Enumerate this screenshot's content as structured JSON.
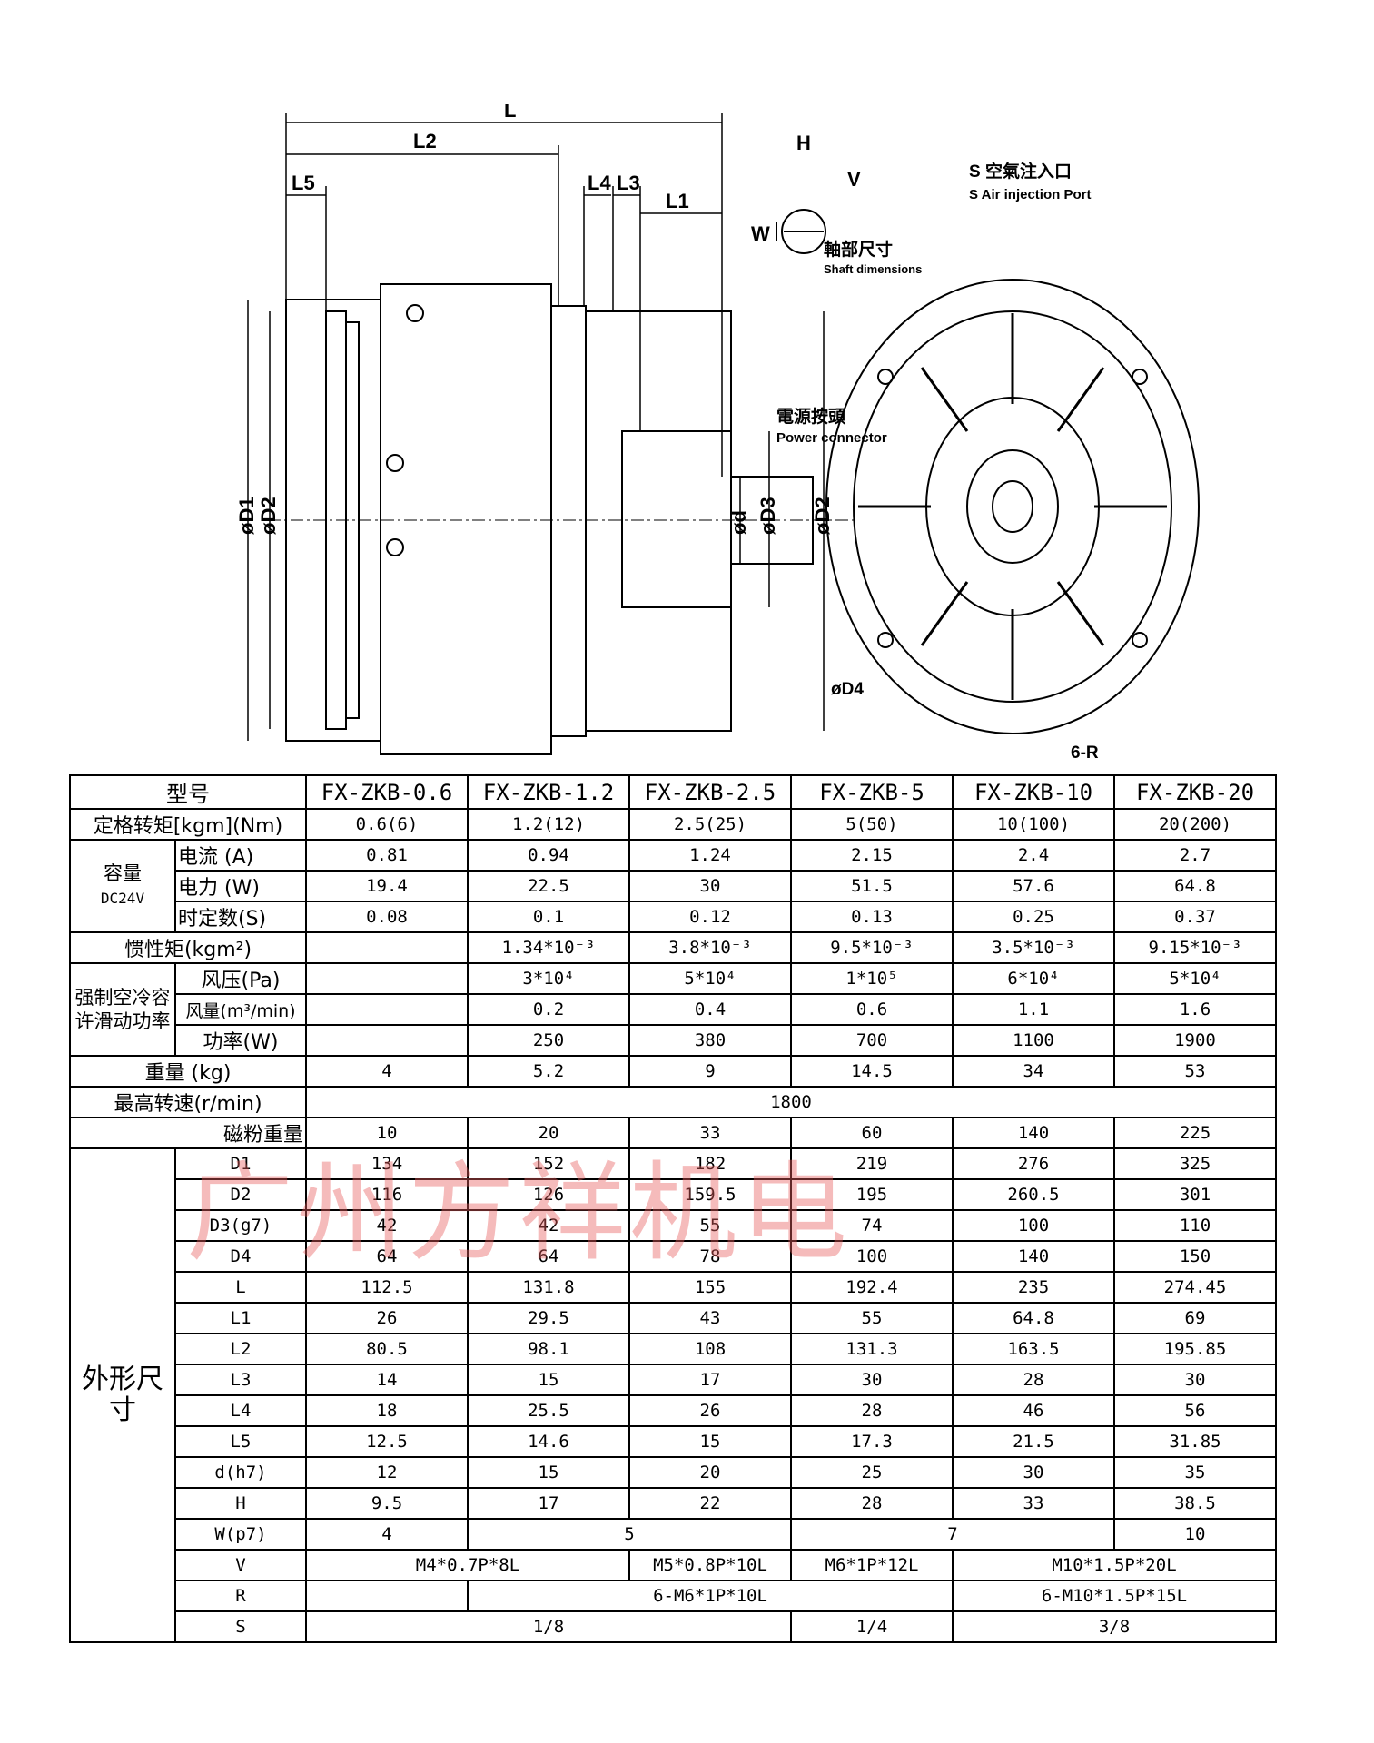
{
  "drawing": {
    "side_labels": {
      "L": "L",
      "L2": "L2",
      "L5": "L5",
      "L4": "L4",
      "L3": "L3",
      "L1": "L1",
      "D1": "øD1",
      "D2": "øD2",
      "d": "ød",
      "D3": "øD3",
      "D2r": "øD2"
    },
    "shaft_labels": {
      "H": "H",
      "V": "V",
      "W": "W"
    },
    "air_port_cn": "S 空氣注入口",
    "air_port_en": "S Air injection Port",
    "shaft_dim_cn": "軸部尺寸",
    "shaft_dim_en": "Shaft dimensions",
    "power_cn": "電源按頭",
    "power_en": "Power connector",
    "d4": "øD4",
    "r6": "6-R"
  },
  "table": {
    "models_label": "型号",
    "models": [
      "FX-ZKB-0.6",
      "FX-ZKB-1.2",
      "FX-ZKB-2.5",
      "FX-ZKB-5",
      "FX-ZKB-10",
      "FX-ZKB-20"
    ],
    "torque": {
      "label": "定格转矩[kgm](Nm)",
      "values": [
        "0.6(6)",
        "1.2(12)",
        "2.5(25)",
        "5(50)",
        "10(100)",
        "20(200)"
      ]
    },
    "capacity": {
      "group": "容量",
      "group_sub": "DC24V",
      "current": {
        "label": "电流 (A)",
        "values": [
          "0.81",
          "0.94",
          "1.24",
          "2.15",
          "2.4",
          "2.7"
        ]
      },
      "power": {
        "label": "电力 (W)",
        "values": [
          "19.4",
          "22.5",
          "30",
          "51.5",
          "57.6",
          "64.8"
        ]
      },
      "time": {
        "label": "时定数(S)",
        "values": [
          "0.08",
          "0.1",
          "0.12",
          "0.13",
          "0.25",
          "0.37"
        ]
      }
    },
    "inertia": {
      "label": "惯性矩(kgm²)",
      "values": [
        "",
        "1.34*10⁻³",
        "3.8*10⁻³",
        "9.5*10⁻³",
        "3.5*10⁻³",
        "9.15*10⁻³"
      ]
    },
    "cooling": {
      "group": "强制空冷容许滑动功率",
      "pressure": {
        "label": "风压(Pa)",
        "values": [
          "",
          "3*10⁴",
          "5*10⁴",
          "1*10⁵",
          "6*10⁴",
          "5*10⁴"
        ]
      },
      "flow": {
        "label": "风量(m³/min)",
        "values": [
          "",
          "0.2",
          "0.4",
          "0.6",
          "1.1",
          "1.6"
        ]
      },
      "watt": {
        "label": "功率(W)",
        "values": [
          "",
          "250",
          "380",
          "700",
          "1100",
          "1900"
        ]
      }
    },
    "weight": {
      "label": "重量 (kg)",
      "values": [
        "4",
        "5.2",
        "9",
        "14.5",
        "34",
        "53"
      ]
    },
    "speed": {
      "label": "最高转速(r/min)",
      "value": "1800"
    },
    "powder": {
      "label": "磁粉重量",
      "values": [
        "10",
        "20",
        "33",
        "60",
        "140",
        "225"
      ]
    },
    "dims": {
      "group": "外形尺寸",
      "rows": [
        {
          "label": "D1",
          "values": [
            "134",
            "152",
            "182",
            "219",
            "276",
            "325"
          ]
        },
        {
          "label": "D2",
          "values": [
            "116",
            "126",
            "159.5",
            "195",
            "260.5",
            "301"
          ]
        },
        {
          "label": "D3(g7)",
          "values": [
            "42",
            "42",
            "55",
            "74",
            "100",
            "110"
          ]
        },
        {
          "label": "D4",
          "values": [
            "64",
            "64",
            "78",
            "100",
            "140",
            "150"
          ]
        },
        {
          "label": "L",
          "values": [
            "112.5",
            "131.8",
            "155",
            "192.4",
            "235",
            "274.45"
          ]
        },
        {
          "label": "L1",
          "values": [
            "26",
            "29.5",
            "43",
            "55",
            "64.8",
            "69"
          ]
        },
        {
          "label": "L2",
          "values": [
            "80.5",
            "98.1",
            "108",
            "131.3",
            "163.5",
            "195.85"
          ]
        },
        {
          "label": "L3",
          "values": [
            "14",
            "15",
            "17",
            "30",
            "28",
            "30"
          ]
        },
        {
          "label": "L4",
          "values": [
            "18",
            "25.5",
            "26",
            "28",
            "46",
            "56"
          ]
        },
        {
          "label": "L5",
          "values": [
            "12.5",
            "14.6",
            "15",
            "17.3",
            "21.5",
            "31.85"
          ]
        },
        {
          "label": "d(h7)",
          "values": [
            "12",
            "15",
            "20",
            "25",
            "30",
            "35"
          ]
        },
        {
          "label": "H",
          "values": [
            "9.5",
            "17",
            "22",
            "28",
            "33",
            "38.5"
          ]
        }
      ],
      "W": {
        "label": "W(p7)",
        "v1": "4",
        "v2": "5",
        "v3": "7",
        "v4": "10"
      },
      "V": {
        "label": "V",
        "v1": "M4*0.7P*8L",
        "v2": "M5*0.8P*10L",
        "v3": "M6*1P*12L",
        "v4": "M10*1.5P*20L"
      },
      "R": {
        "label": "R",
        "v1": "",
        "v2": "6-M6*1P*10L",
        "v3": "6-M10*1.5P*15L"
      },
      "S": {
        "label": "S",
        "v1": "1/8",
        "v2": "1/4",
        "v3": "3/8"
      }
    }
  },
  "watermark": "广州方祥机电"
}
